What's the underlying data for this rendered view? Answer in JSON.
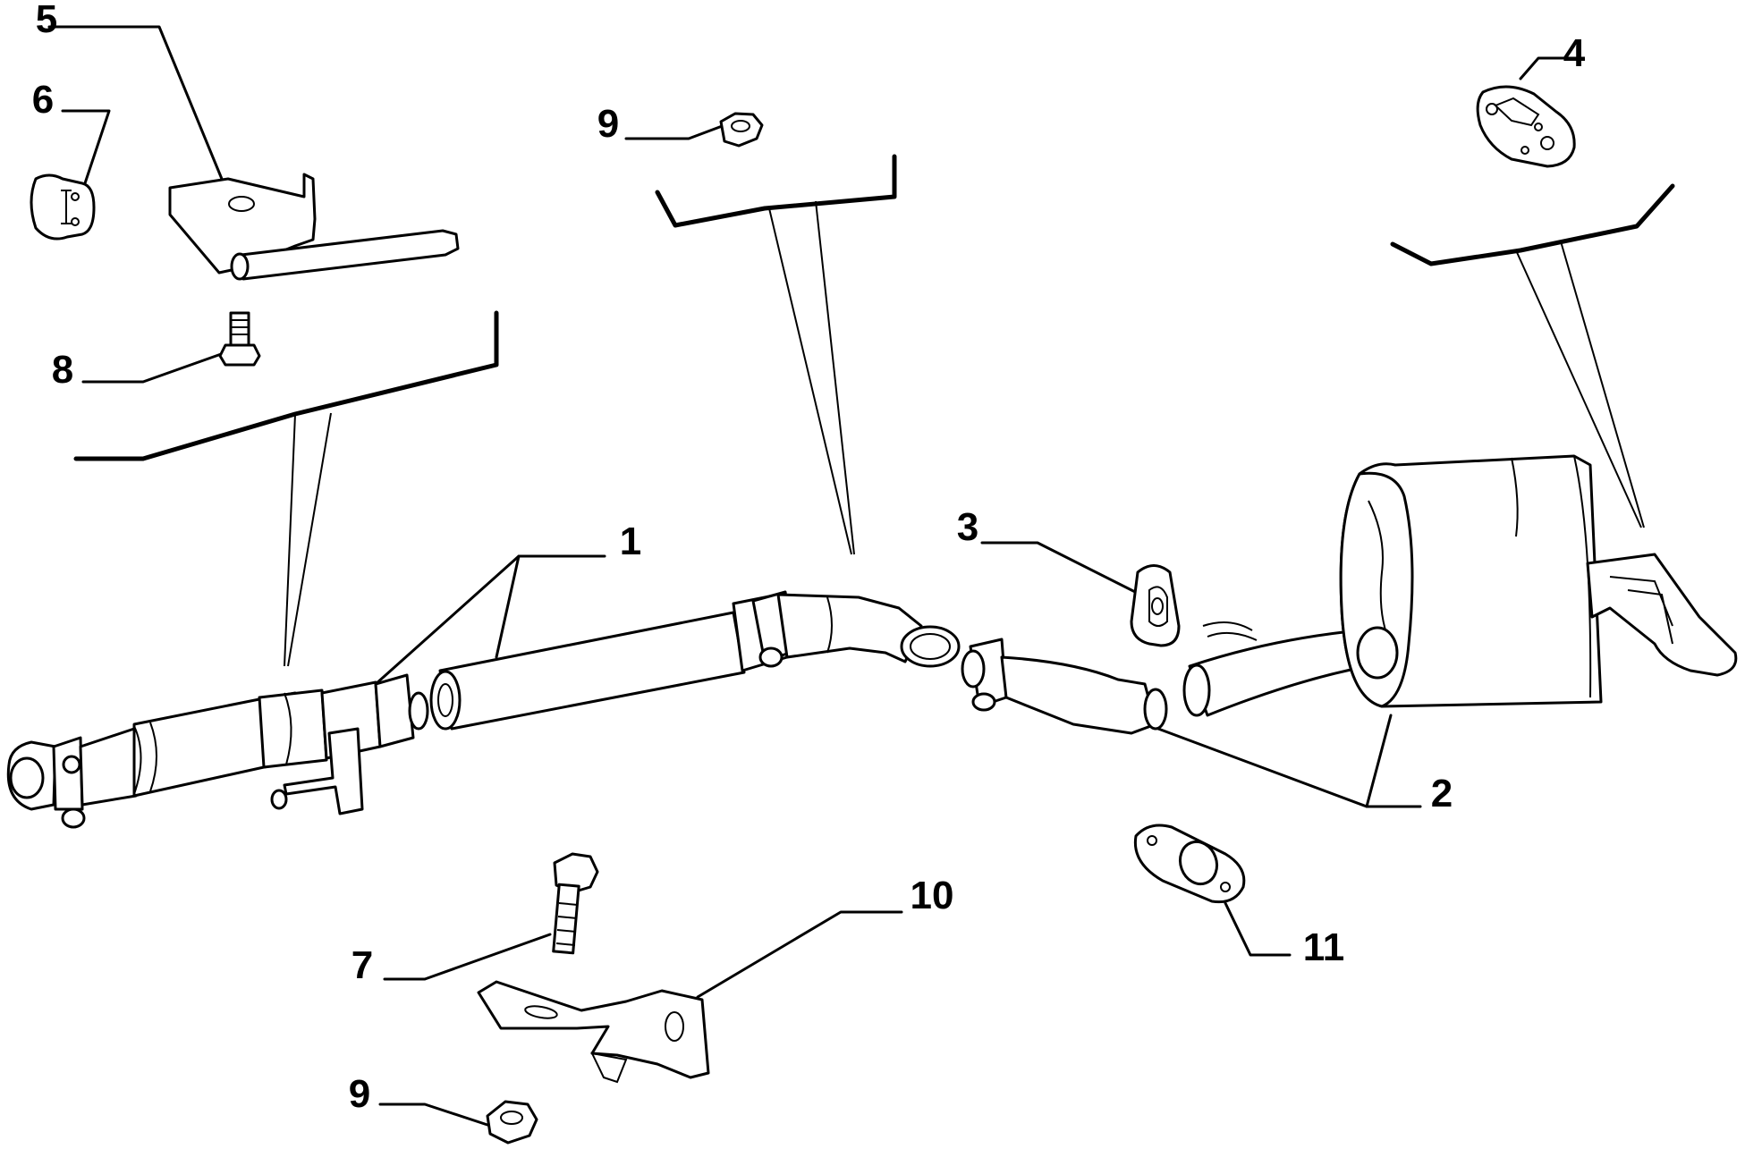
{
  "callouts": [
    {
      "id": "c1",
      "label": "1",
      "part": "front-pipe"
    },
    {
      "id": "c2",
      "label": "2",
      "part": "rear-silencer"
    },
    {
      "id": "c3",
      "label": "3",
      "part": "rubber-mount-small"
    },
    {
      "id": "c4",
      "label": "4",
      "part": "rubber-mount-plate"
    },
    {
      "id": "c5",
      "label": "5",
      "part": "bracket-with-rod"
    },
    {
      "id": "c6",
      "label": "6",
      "part": "rubber-hanger"
    },
    {
      "id": "c7",
      "label": "7",
      "part": "bolt"
    },
    {
      "id": "c8",
      "label": "8",
      "part": "screw"
    },
    {
      "id": "c9a",
      "label": "9",
      "part": "nut-top"
    },
    {
      "id": "c9b",
      "label": "9",
      "part": "nut-bottom"
    },
    {
      "id": "c10",
      "label": "10",
      "part": "bracket"
    },
    {
      "id": "c11",
      "label": "11",
      "part": "gasket"
    }
  ]
}
